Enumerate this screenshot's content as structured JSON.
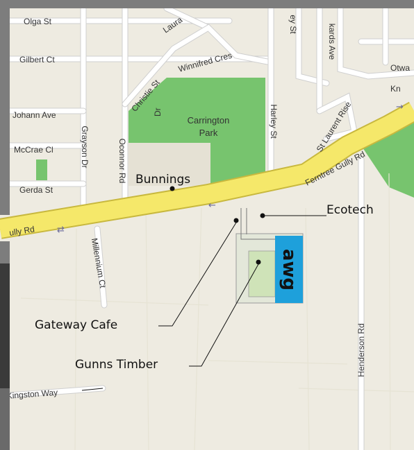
{
  "map": {
    "park_name": "Carrington Park",
    "park_name_line1": "Carrington",
    "park_name_line2": "Park",
    "logo_text": "awg",
    "places": {
      "bunnings": "Bunnings",
      "ecotech": "Ecotech",
      "gateway_cafe": "Gateway Cafe",
      "gunns_timber": "Gunns Timber"
    },
    "streets": {
      "olga": "Olga St",
      "dr_top": "Dr",
      "laura": "Laura",
      "gilbert": "Gilbert Ct",
      "winnifred": "Winnifred Cres",
      "christie": "Christie St",
      "johann": "Johann Ave",
      "mccrae": "McCrae Cl",
      "gerda": "Gerda St",
      "grayson": "Grayson Dr",
      "oconnor": "Oconnor Rd",
      "harley": "Harley St",
      "harley_top": "ey St",
      "kards": "kards Ave",
      "st_laurent": "St Laurent Rise",
      "ferntree_east": "Ferntree Gully Rd",
      "ferntree_west": "ully Rd",
      "millennium": "Millennium Ct",
      "henderson": "Henderson Rd",
      "kingston": "Kingston Way",
      "otway": "Otwa",
      "kn": "Kn"
    }
  },
  "colors": {
    "land": "#eeebe1",
    "park": "#77c46e",
    "main_road": "#f5e86a",
    "logo": "#1ea0db"
  }
}
